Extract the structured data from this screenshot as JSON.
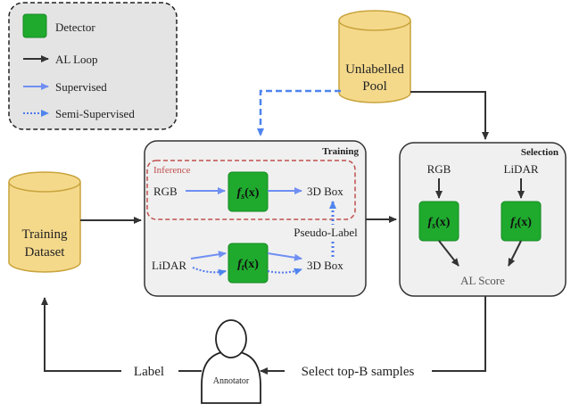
{
  "legend": {
    "detector": "Detector",
    "al_loop": "AL Loop",
    "supervised": "Supervised",
    "semi_supervised": "Semi-Supervised"
  },
  "pool": {
    "line1": "Unlabelled",
    "line2": "Pool"
  },
  "dataset": {
    "line1": "Training",
    "line2": "Dataset"
  },
  "training": {
    "title": "Training",
    "inference": "Inference",
    "rgb": "RGB",
    "box_top": "3D Box",
    "lidar": "LiDAR",
    "box_bottom": "3D Box",
    "pseudo_label": "Pseudo-Label",
    "student_f": "f",
    "student_sub": "s",
    "teacher_f": "f",
    "teacher_sub": "t",
    "arg": "(x)"
  },
  "selection": {
    "title": "Selection",
    "rgb": "RGB",
    "lidar": "LiDAR",
    "score": "AL Score",
    "student_f": "f",
    "student_sub": "s",
    "teacher_f": "f",
    "teacher_sub": "t",
    "arg": "(x)"
  },
  "annotator": "Annotator",
  "flow": {
    "label": "Label",
    "select": "Select top-B samples"
  },
  "colors": {
    "detector_green": "#1faa2e",
    "al_loop": "#333333",
    "supervised": "#6f8ff2",
    "semi_supervised": "#4f78ec",
    "pool_dashed": "#4f84ee",
    "cylinder_fill": "#f5d98b",
    "cylinder_stroke": "#c8a43c",
    "inference_dash": "#c0504d",
    "panel_fill": "#f0f0f0"
  }
}
